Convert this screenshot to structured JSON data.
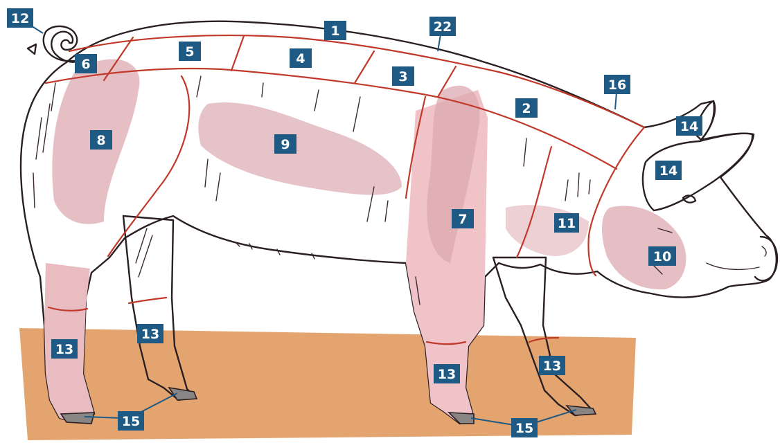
{
  "colors": {
    "ground": "#e3a46f",
    "skin": "#f6cfd2",
    "skin_shadow": "#dcaab0",
    "cut_line": "#c0392b",
    "label_box": "#1f5a84",
    "label_text": "#ffffff",
    "hoof": "#8a8585"
  },
  "icons": {
    "pig": "pig-illustration",
    "ground": "ground-patch"
  },
  "labels": {
    "l1": "1",
    "l2": "2",
    "l3": "3",
    "l4": "4",
    "l5": "5",
    "l6": "6",
    "l7": "7",
    "l8": "8",
    "l9": "9",
    "l10": "10",
    "l11": "11",
    "l12": "12",
    "l13a": "13",
    "l13b": "13",
    "l13c": "13",
    "l13d": "13",
    "l14a": "14",
    "l14b": "14",
    "l15a": "15",
    "l15b": "15",
    "l16": "16",
    "l22": "22"
  }
}
